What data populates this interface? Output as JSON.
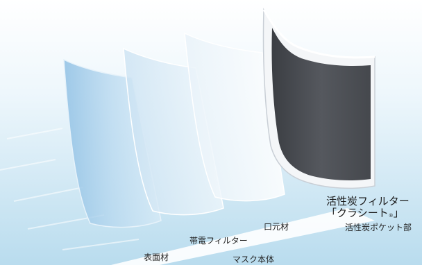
{
  "labels": {
    "surface_material": "表面材",
    "charged_filter": "帯電フィルター",
    "mouth_material": "口元材",
    "mask_body": "マスク本体",
    "carbon_filter_line1": "活性炭フィルター",
    "carbon_filter_line2_open": "「クラシート",
    "carbon_filter_registered": "®",
    "carbon_filter_line2_close": "」",
    "carbon_pocket": "活性炭ポケット部"
  },
  "colors": {
    "background_blue": "#b9dcee",
    "layer_blue": "#a9cfea",
    "layer_pale": "#dbeaf4",
    "carbon_dark": "#4a4d52",
    "white_strip": "#ffffff"
  }
}
